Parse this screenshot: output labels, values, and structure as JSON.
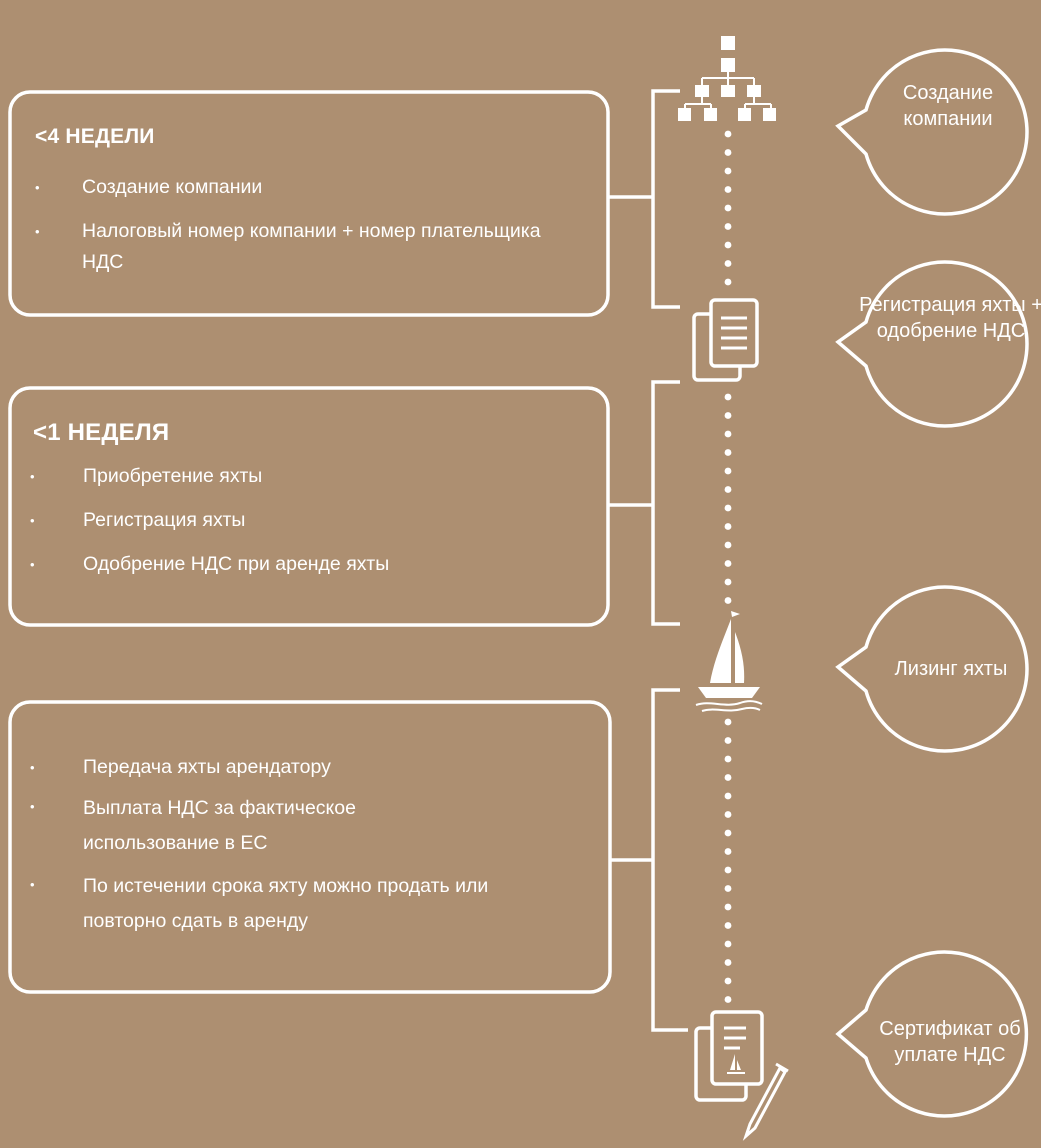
{
  "stages": [
    {
      "heading": "<4 НЕДЕЛИ",
      "items": [
        "Создание компании",
        "Налоговый номер компании + номер плательщика НДС"
      ]
    },
    {
      "heading": "<1 НЕДЕЛЯ",
      "items": [
        "Приобретение яхты",
        "Регистрация яхты",
        "Одобрение НДС при аренде яхты"
      ]
    },
    {
      "heading": "",
      "items": [
        "Передача яхты арендатору",
        "Выплата НДС за фактическое использование в ЕС",
        "По истечении срока яхту можно продать или повторно сдать в аренду"
      ]
    }
  ],
  "milestones": [
    {
      "label": "Создание компании",
      "icon": "org-chart-icon"
    },
    {
      "label": "Регистрация яхты + одобрение НДС",
      "icon": "documents-icon"
    },
    {
      "label": "Лизинг яхты",
      "icon": "sailboat-icon"
    },
    {
      "label": "Сертификат об уплате НДС",
      "icon": "certificate-icon"
    }
  ],
  "colors": {
    "background": "#ad8f71",
    "foreground": "#ffffff"
  }
}
